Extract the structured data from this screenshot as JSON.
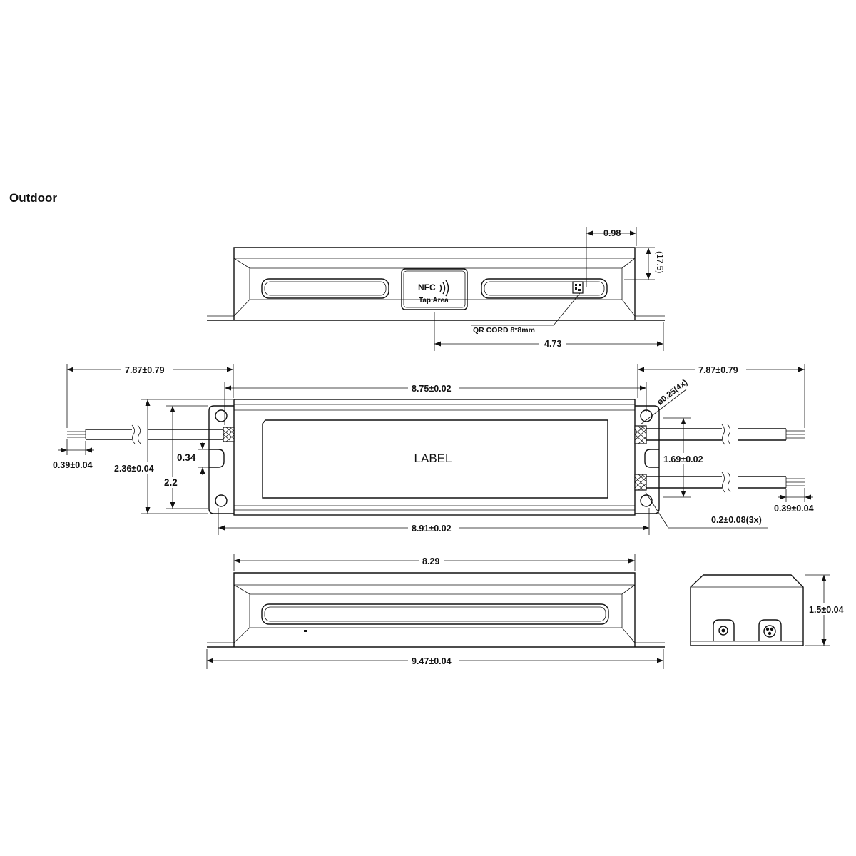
{
  "title": "Outdoor",
  "top_view": {
    "nfc_text": "NFC",
    "nfc_sub": "Tap Area",
    "qr_label": "QR CORD 8*8mm",
    "dim_098": "0.98",
    "dim_175": "(17.5)",
    "dim_473": "4.73"
  },
  "plan_view": {
    "label_text": "LABEL",
    "dim_left_lead": "7.87±0.79",
    "dim_right_lead": "7.87±0.79",
    "dim_875": "8.75±0.02",
    "dim_hole": "ø0.25(4x)",
    "dim_left_strip": "0.39±0.04",
    "dim_236": "2.36±0.04",
    "dim_034": "0.34",
    "dim_22": "2.2",
    "dim_169": "1.69±0.02",
    "dim_right_strip": "0.39±0.04",
    "dim_wire": "0.2±0.08(3x)",
    "dim_891": "8.91±0.02"
  },
  "side_view": {
    "dim_829": "8.29",
    "dim_947": "9.47±0.04"
  },
  "end_view": {
    "dim_15": "1.5±0.04"
  },
  "arrow_marker": "arrowhead"
}
